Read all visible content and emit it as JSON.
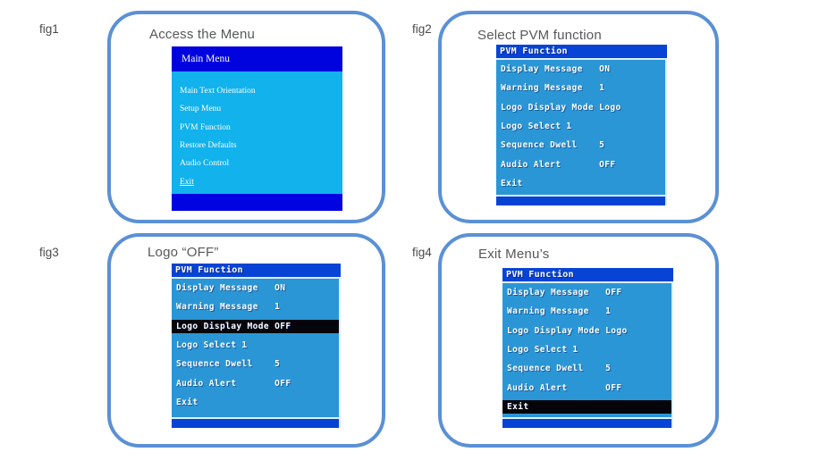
{
  "figures": [
    {
      "label": "fig1",
      "caption": "Access the Menu",
      "menu": {
        "title": "Main Menu",
        "rows": [
          {
            "text": "Main Text Orientation"
          },
          {
            "text": "Setup Menu"
          },
          {
            "text": "PVM Function"
          },
          {
            "text": "Restore Defaults"
          },
          {
            "text": "Audio Control"
          },
          {
            "text": "Exit",
            "underline": true
          }
        ]
      }
    },
    {
      "label": "fig2",
      "caption": "Select PVM function",
      "menu": {
        "title": "PVM Function",
        "rows": [
          {
            "text": "Display Message   ON"
          },
          {
            "text": "Warning Message   1"
          },
          {
            "text": "Logo Display Mode Logo"
          },
          {
            "text": "Logo Select 1"
          },
          {
            "text": "Sequence Dwell    5"
          },
          {
            "text": "Audio Alert       OFF"
          },
          {
            "text": "Exit"
          }
        ]
      }
    },
    {
      "label": "fig3",
      "caption": "Logo “OFF”",
      "menu": {
        "title": "PVM Function",
        "rows": [
          {
            "text": "Display Message   ON"
          },
          {
            "text": "Warning Message   1"
          },
          {
            "text": "Logo Display Mode OFF",
            "highlighted": true
          },
          {
            "text": "Logo Select 1"
          },
          {
            "text": "Sequence Dwell    5"
          },
          {
            "text": "Audio Alert       OFF"
          },
          {
            "text": "Exit"
          }
        ]
      }
    },
    {
      "label": "fig4",
      "caption": "Exit Menu’s",
      "menu": {
        "title": "PVM Function",
        "rows": [
          {
            "text": "Display Message   OFF"
          },
          {
            "text": "Warning Message   1"
          },
          {
            "text": "Logo Display Mode Logo"
          },
          {
            "text": "Logo Select 1"
          },
          {
            "text": "Sequence Dwell    5"
          },
          {
            "text": "Audio Alert       OFF"
          },
          {
            "text": "Exit",
            "highlighted": true
          }
        ]
      }
    }
  ],
  "colors": {
    "panel_border": "#5b90d5",
    "caption_text": "#58585a",
    "main_menu_header": "#0103df",
    "main_menu_body": "#12b2ec",
    "main_menu_footer": "#0104e2",
    "pvm_header": "#0743d4",
    "pvm_body": "#2b96d6",
    "pvm_separator": "#dceef9",
    "highlight_bar": "#05050b",
    "menu_text": "#ffffff"
  }
}
